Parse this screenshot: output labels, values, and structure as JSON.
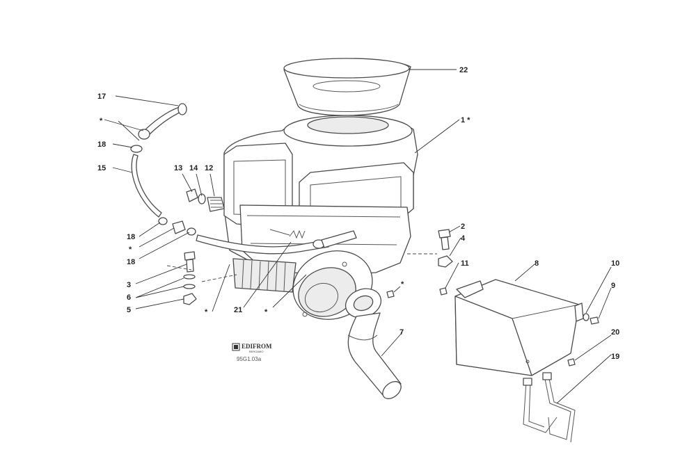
{
  "labels": {
    "n22": "22",
    "n1": "1 *",
    "n17": "17",
    "star_hose": "*",
    "n18_top": "18",
    "n15": "15",
    "n13": "13",
    "n14": "14",
    "n12": "12",
    "n2": "2",
    "n4": "4",
    "n11": "11",
    "n8": "8",
    "n10": "10",
    "n9": "9",
    "n18_mid": "18",
    "star_mid": "*",
    "n18_low": "18",
    "n3": "3",
    "n6": "6",
    "n5": "5",
    "star_left": "*",
    "n21": "21",
    "star_center": "*",
    "star_bolt": "*",
    "n7": "7",
    "n20": "20",
    "n19": "19"
  },
  "logo": {
    "brand": "EDIFROM",
    "sub": "BERGAMO",
    "code": "95G1.03a"
  },
  "icons": {
    "logo_mark": "edifrom-logo-icon"
  }
}
